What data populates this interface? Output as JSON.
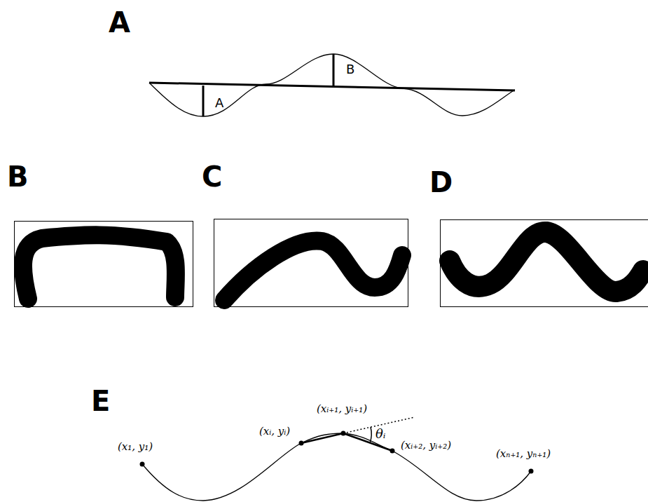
{
  "diagram": {
    "labels": [
      "A",
      "A",
      "B",
      "B",
      "C",
      "D",
      "E",
      "(x₁, y₁)",
      "(xᵢ, yᵢ)",
      "(xᵢ₊₁, yᵢ₊₁)",
      "θᵢ",
      "(xᵢ₊₂, yᵢ₊₂)",
      "(xₙ₊₁, yₙ₊₁)"
    ]
  }
}
